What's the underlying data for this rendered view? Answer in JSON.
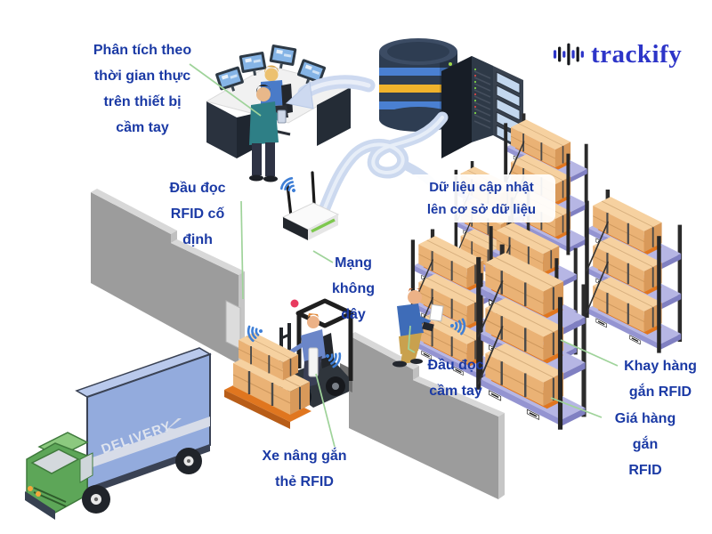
{
  "brand": {
    "name": "trackify"
  },
  "annotations": {
    "realtime": {
      "lines": [
        "Phân tích theo",
        "thời gian thực",
        "trên thiết bị",
        "cầm tay"
      ]
    },
    "fixed_reader": {
      "lines": [
        "Đầu đọc",
        "RFID cố",
        "định"
      ]
    },
    "data_update": {
      "lines": [
        "Dữ liệu cập nhật",
        "lên cơ sở dữ liệu"
      ]
    },
    "wireless": {
      "lines": [
        "Mạng",
        "không",
        "dây"
      ]
    },
    "handheld_reader": {
      "lines": [
        "Đầu đọc",
        "cầm tay"
      ]
    },
    "forklift_tag": {
      "lines": [
        "Xe nâng gắn",
        "thẻ RFID"
      ]
    },
    "tray_tag": {
      "lines": [
        "Khay hàng",
        "gắn RFID"
      ]
    },
    "rack_tag": {
      "lines": [
        "Giá hàng",
        "gắn",
        "RFID"
      ]
    }
  },
  "truck": {
    "label": "DELIVERY"
  },
  "icons": [
    "waveform-logo-icon",
    "wifi-signal-icon",
    "database-icon",
    "server-rack-icon",
    "router-icon",
    "rfid-tag-icon"
  ],
  "colors": {
    "label_text": "#1b3aa5",
    "brand_text": "#2d35c8",
    "connector_line": "#9fd39a",
    "wifi": "#3f7fd6",
    "swoosh": "#ccd9ef",
    "shelf": "#b6b6e4",
    "pallet": "#e0761f",
    "crate": "#eab275",
    "wall": "#9c9c9c",
    "truck_box": "#93abdd",
    "truck_cab": "#5da658"
  }
}
